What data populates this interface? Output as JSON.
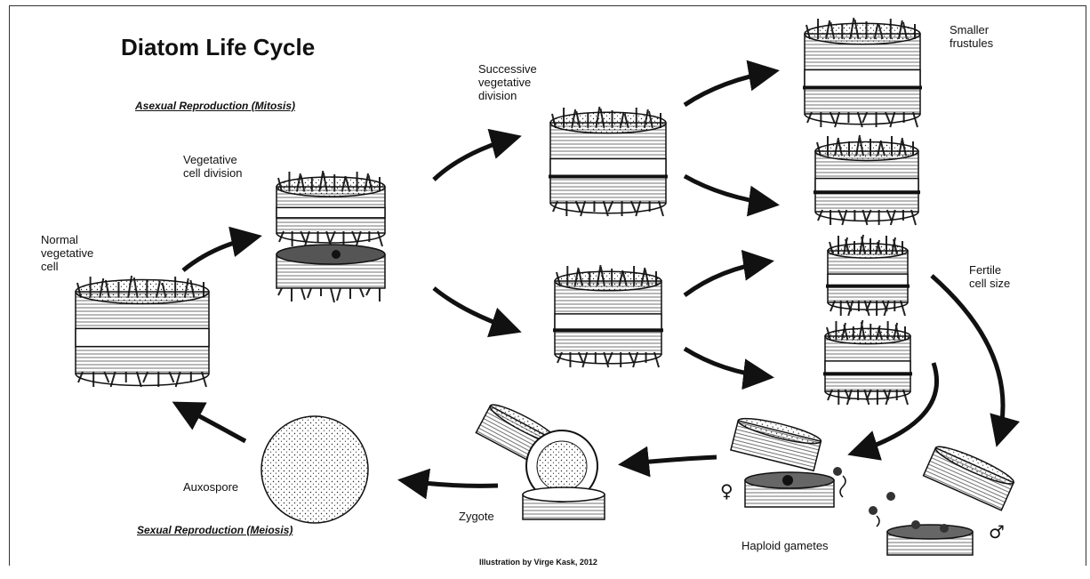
{
  "title": "Diatom Life Cycle",
  "sections": {
    "asexual": "Asexual Reproduction (Mitosis)",
    "sexual": "Sexual Reproduction (Meiosis)"
  },
  "labels": {
    "normal_cell": "Normal\nvegetative\ncell",
    "vegetative_division": "Vegetative\ncell division",
    "successive_division": "Successive\nvegetative\ndivision",
    "smaller_frustules": "Smaller\nfrustules",
    "fertile_size": "Fertile\ncell size",
    "haploid_gametes": "Haploid gametes",
    "zygote": "Zygote",
    "auxospore": "Auxospore"
  },
  "symbols": {
    "female": "♀",
    "male": "♂"
  },
  "credit": "Illustration by Virge Kask, 2012",
  "colors": {
    "ink": "#111111",
    "background": "#ffffff"
  }
}
